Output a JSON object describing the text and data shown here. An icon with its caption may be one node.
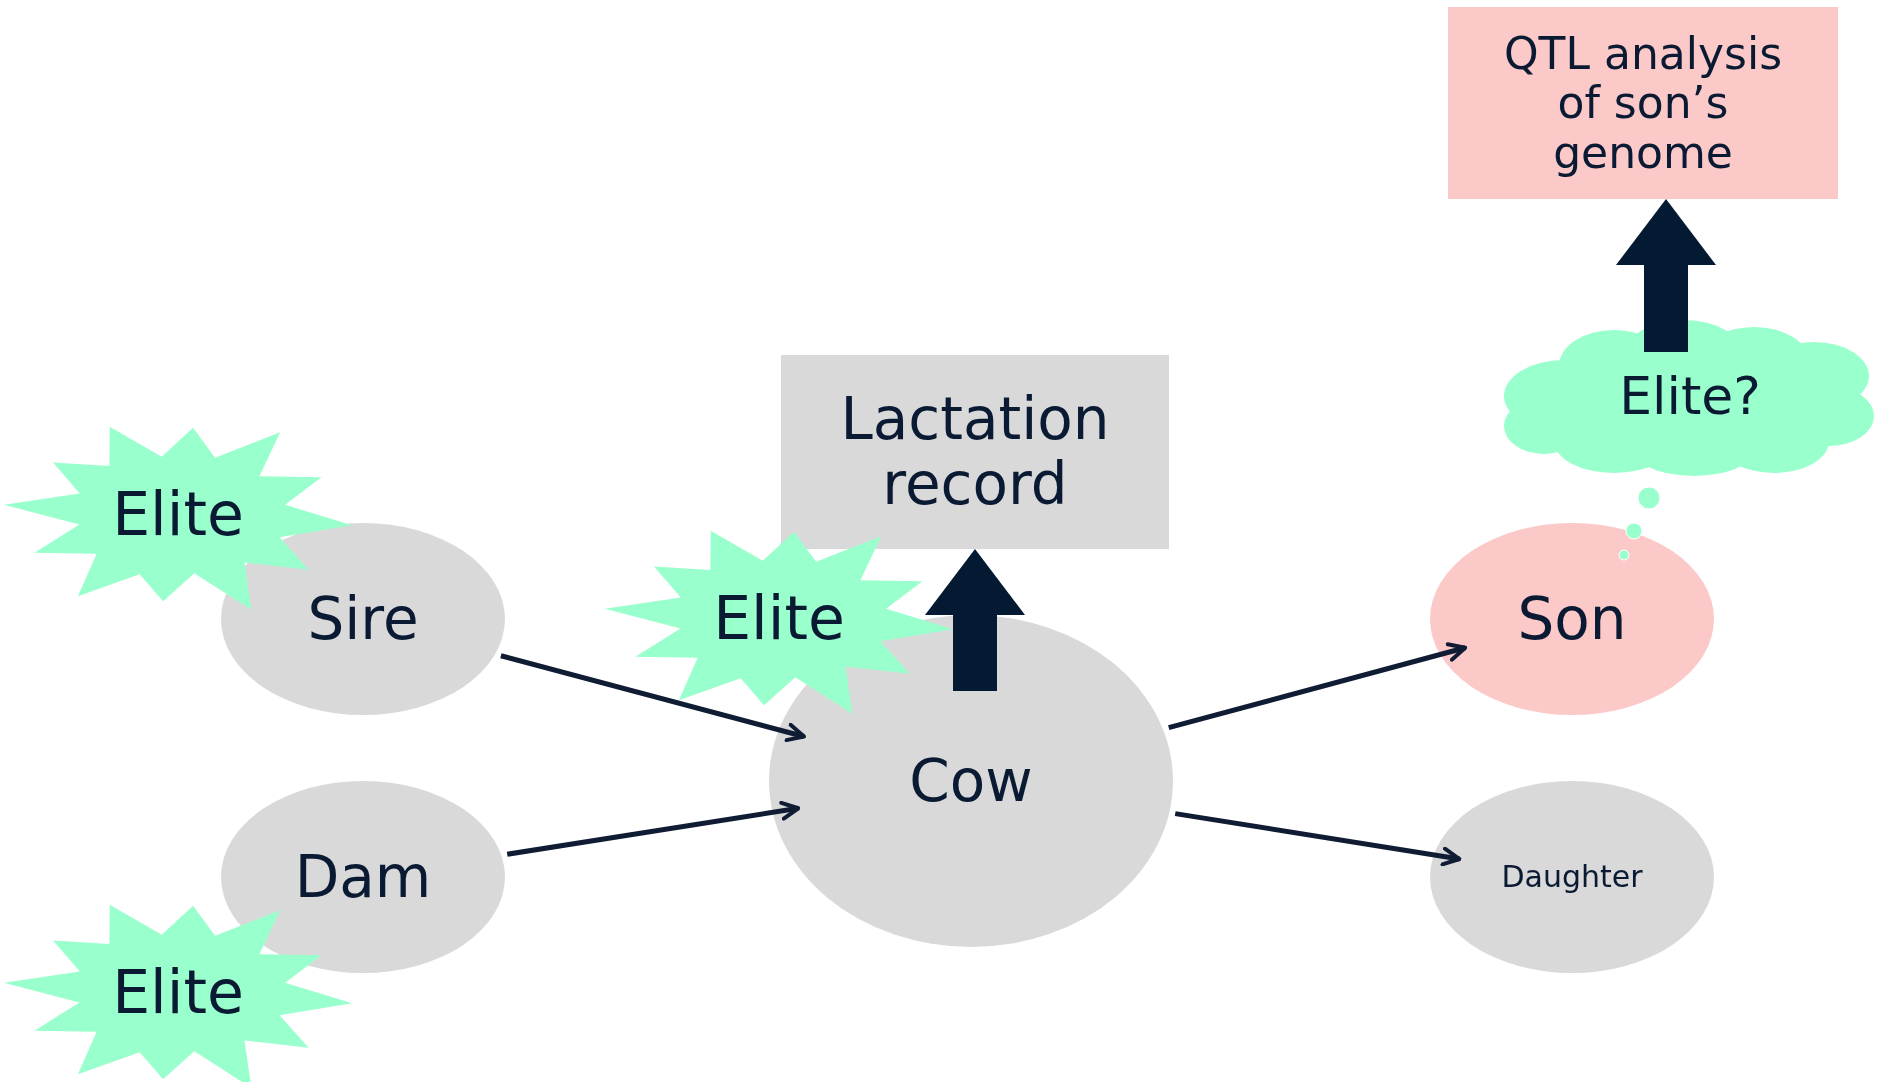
{
  "diagram": {
    "nodes": [
      {
        "text": [
          "Sire"
        ]
      },
      {
        "text": [
          "Dam"
        ]
      },
      {
        "text": [
          "Cow"
        ]
      },
      {
        "text": [
          "Son"
        ]
      },
      {
        "text": [
          "Daughter"
        ]
      },
      {
        "text": [
          "Elite"
        ]
      },
      {
        "text": [
          "Elite"
        ]
      },
      {
        "text": [
          "Elite"
        ]
      },
      {
        "text": [
          "Lactation record"
        ]
      },
      {
        "text": [
          "Elite?"
        ]
      },
      {
        "text": [
          "QTL analysis of son’s genome"
        ]
      }
    ],
    "edges": [
      {
        "from": 0,
        "to": 2,
        "arrow": "to"
      },
      {
        "from": 1,
        "to": 2,
        "arrow": "to"
      },
      {
        "from": 2,
        "to": 3,
        "arrow": "to"
      },
      {
        "from": 2,
        "to": 4,
        "arrow": "to"
      },
      {
        "from": 2,
        "to": 8,
        "arrow": "to",
        "style": "thick"
      },
      {
        "from": 9,
        "to": 10,
        "arrow": "to",
        "style": "thick"
      }
    ]
  }
}
